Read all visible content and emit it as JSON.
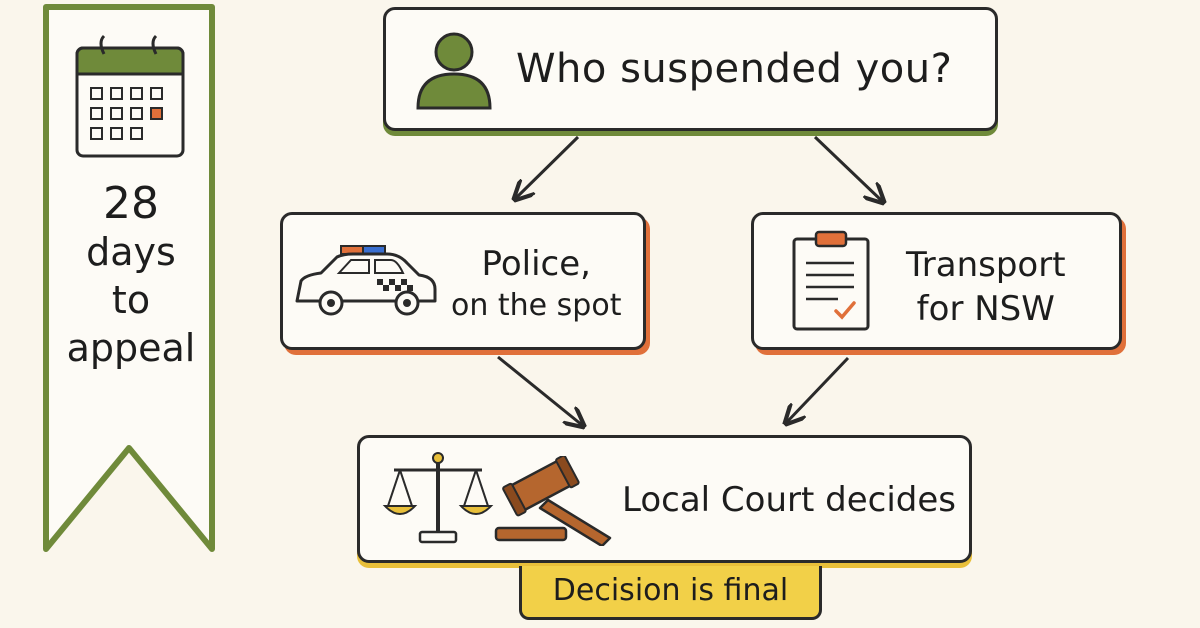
{
  "colors": {
    "green": "#6f8a3a",
    "orange": "#e0703a",
    "yellow": "#f2d048",
    "outline": "#2a2a2a",
    "background": "#faf6ec"
  },
  "ribbon": {
    "number": "28",
    "line1": "days",
    "line2": "to",
    "line3": "appeal",
    "icon": "calendar-icon"
  },
  "question": {
    "text": "Who suspended you?",
    "icon": "person-icon"
  },
  "police": {
    "line1": "Police,",
    "line2": "on the spot",
    "icon": "police-car-icon"
  },
  "transport": {
    "line1": "Transport",
    "line2": "for NSW",
    "icon": "clipboard-icon"
  },
  "court": {
    "text": "Local Court decides",
    "icons": [
      "scales-icon",
      "gavel-icon"
    ]
  },
  "final": {
    "text": "Decision is final"
  }
}
